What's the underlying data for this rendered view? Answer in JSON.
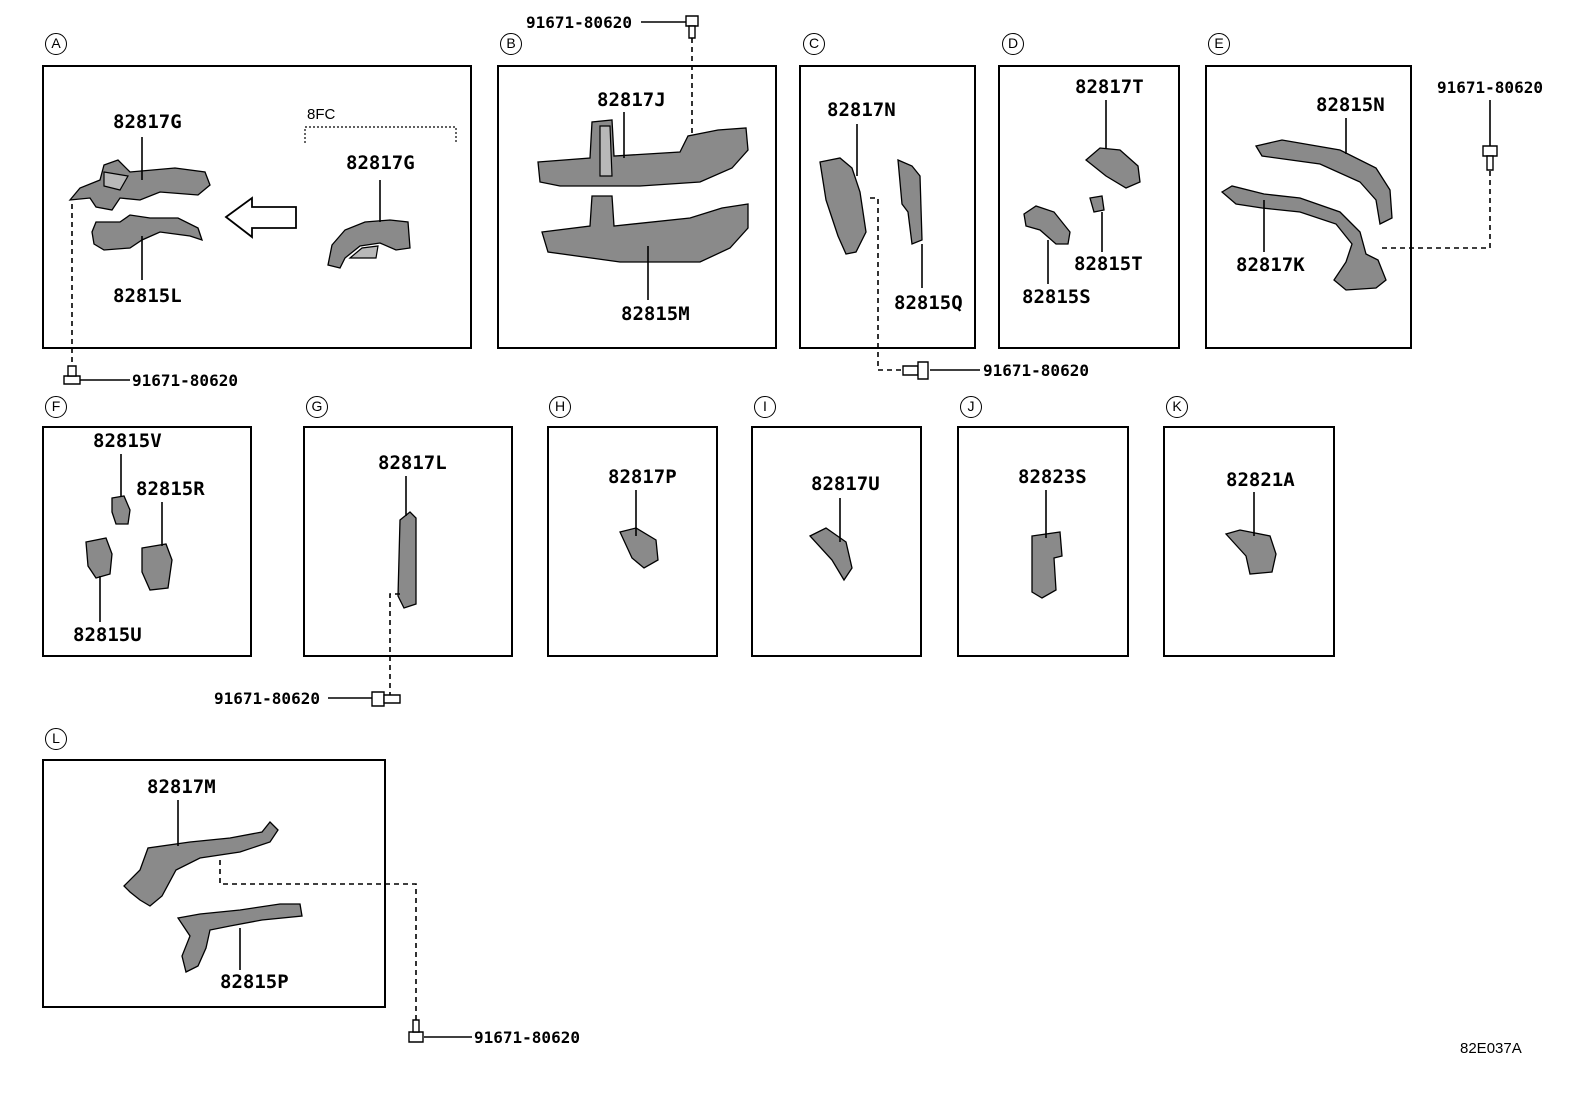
{
  "sections": {
    "A": {
      "letter": "A",
      "parts": [
        "82817G",
        "82815L"
      ],
      "variant_label": "8FC",
      "variant_part": "82817G"
    },
    "B": {
      "letter": "B",
      "parts": [
        "82817J",
        "82815M"
      ]
    },
    "C": {
      "letter": "C",
      "parts": [
        "82817N",
        "82815Q"
      ]
    },
    "D": {
      "letter": "D",
      "parts": [
        "82817T",
        "82815T",
        "82815S"
      ]
    },
    "E": {
      "letter": "E",
      "parts": [
        "82815N",
        "82817K"
      ]
    },
    "F": {
      "letter": "F",
      "parts": [
        "82815V",
        "82815R",
        "82815U"
      ]
    },
    "G": {
      "letter": "G",
      "parts": [
        "82817L"
      ]
    },
    "H": {
      "letter": "H",
      "parts": [
        "82817P"
      ]
    },
    "I": {
      "letter": "I",
      "parts": [
        "82817U"
      ]
    },
    "J": {
      "letter": "J",
      "parts": [
        "82823S"
      ]
    },
    "K": {
      "letter": "K",
      "parts": [
        "82821A"
      ]
    },
    "L": {
      "letter": "L",
      "parts": [
        "82817M",
        "82815P"
      ]
    }
  },
  "bolt_part_number": "91671-80620",
  "diagram_code": "82E037A"
}
